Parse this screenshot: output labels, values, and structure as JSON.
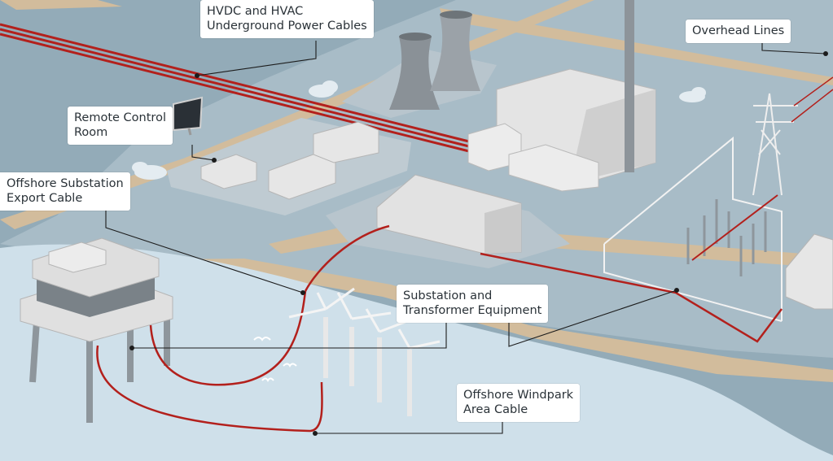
{
  "colors": {
    "water_deep": "#93abb8",
    "land": "#a8bcc7",
    "road": "#d2bc9c",
    "sea_light": "#cfe0ea",
    "cable": "#b3201c",
    "building": "#e4e4e4",
    "callout_box": "#ffffff"
  },
  "labels": {
    "hvdc": {
      "line1": "HVDC and HVAC",
      "line2": "Underground Power Cables"
    },
    "overhead": {
      "line1": "Overhead Lines"
    },
    "remote": {
      "line1": "Remote Control",
      "line2": "Room"
    },
    "offshore_substation": {
      "line1": "Offshore Substation",
      "line2": "Export Cable"
    },
    "substation_equipment": {
      "line1": "Substation and",
      "line2": "Transformer Equipment"
    },
    "windpark": {
      "line1": "Offshore Windpark",
      "line2": "Area Cable"
    }
  },
  "icons": [
    "computer-monitor-icon",
    "cloud-icon",
    "seagull-icon"
  ]
}
